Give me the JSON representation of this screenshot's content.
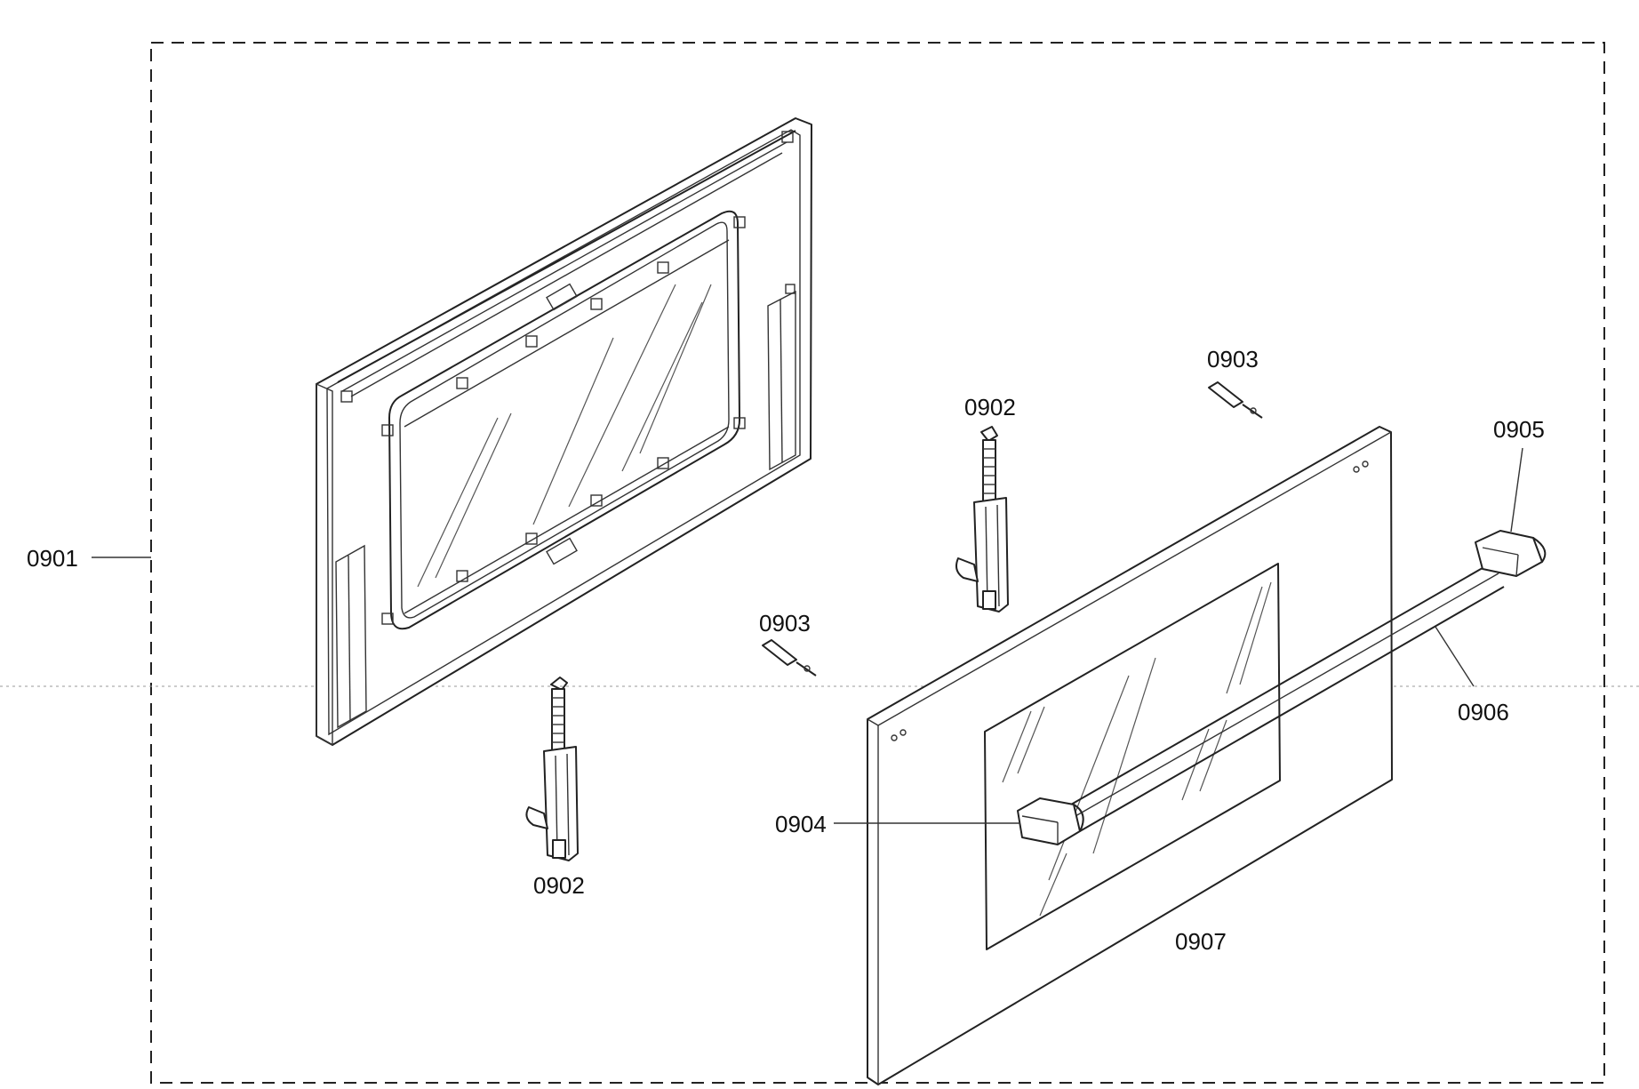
{
  "labels": {
    "assembly": "0901",
    "hinge_left": "0902",
    "hinge_right": "0902",
    "pin_left": "0903",
    "pin_right": "0903",
    "handle_cap_left": "0904",
    "handle_cap_right": "0905",
    "handle_bar": "0906",
    "outer_glass_panel": "0907"
  },
  "colors": {
    "line": "#222222",
    "background": "#ffffff"
  }
}
